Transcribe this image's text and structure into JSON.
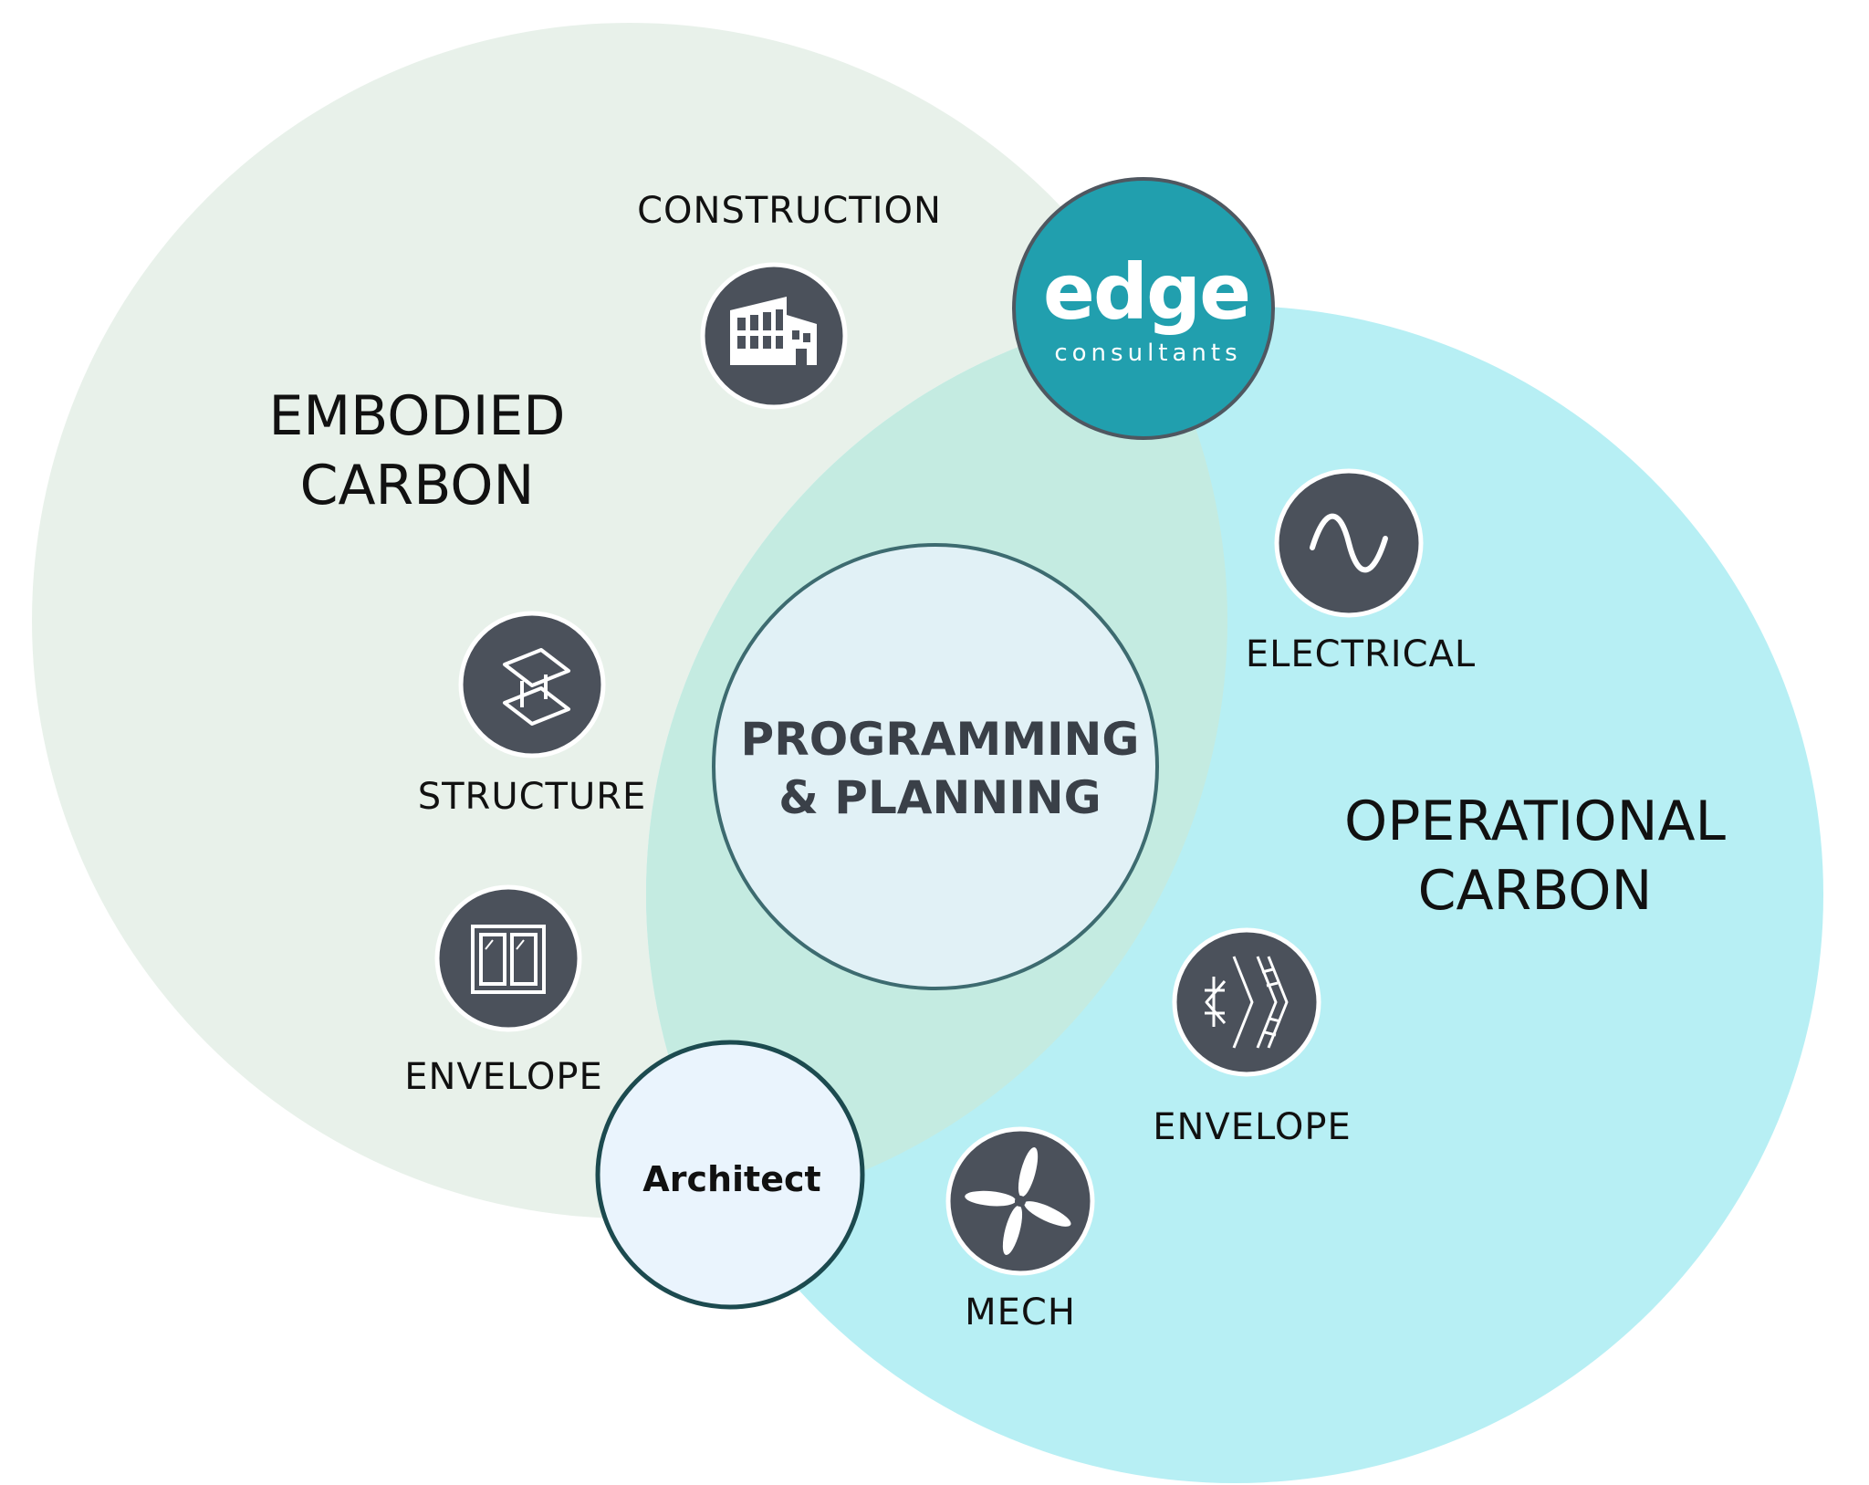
{
  "regions": {
    "embodied": {
      "line1": "EMBODIED",
      "line2": "CARBON"
    },
    "operational": {
      "line1": "OPERATIONAL",
      "line2": "CARBON"
    }
  },
  "center": {
    "line1": "PROGRAMMING",
    "line2": "& PLANNING"
  },
  "logo": {
    "main": "edge",
    "sub": "consultants"
  },
  "architect": "Architect",
  "nodes": {
    "construction": {
      "label": "CONSTRUCTION",
      "icon": "building-icon"
    },
    "structure": {
      "label": "STRUCTURE",
      "icon": "steel-beam-icon"
    },
    "envelope_embodied": {
      "label": "ENVELOPE",
      "icon": "window-icon"
    },
    "electrical": {
      "label": "ELECTRICAL",
      "icon": "sine-wave-icon"
    },
    "envelope_operational": {
      "label": "ENVELOPE",
      "icon": "wall-section-icon"
    },
    "mech": {
      "label": "MECH",
      "icon": "fan-icon"
    }
  },
  "colors": {
    "embodied_circle": "#e8f1ea",
    "operational_circle": "#b7eff4",
    "overlap": "#c4ebe1",
    "icon_badge": "#4b515b",
    "logo_badge": "#219fae",
    "center_fill": "#e1f1f6",
    "center_stroke": "#3d6b70",
    "architect_fill": "#eaf4fd",
    "architect_stroke": "#1c4a4f"
  }
}
